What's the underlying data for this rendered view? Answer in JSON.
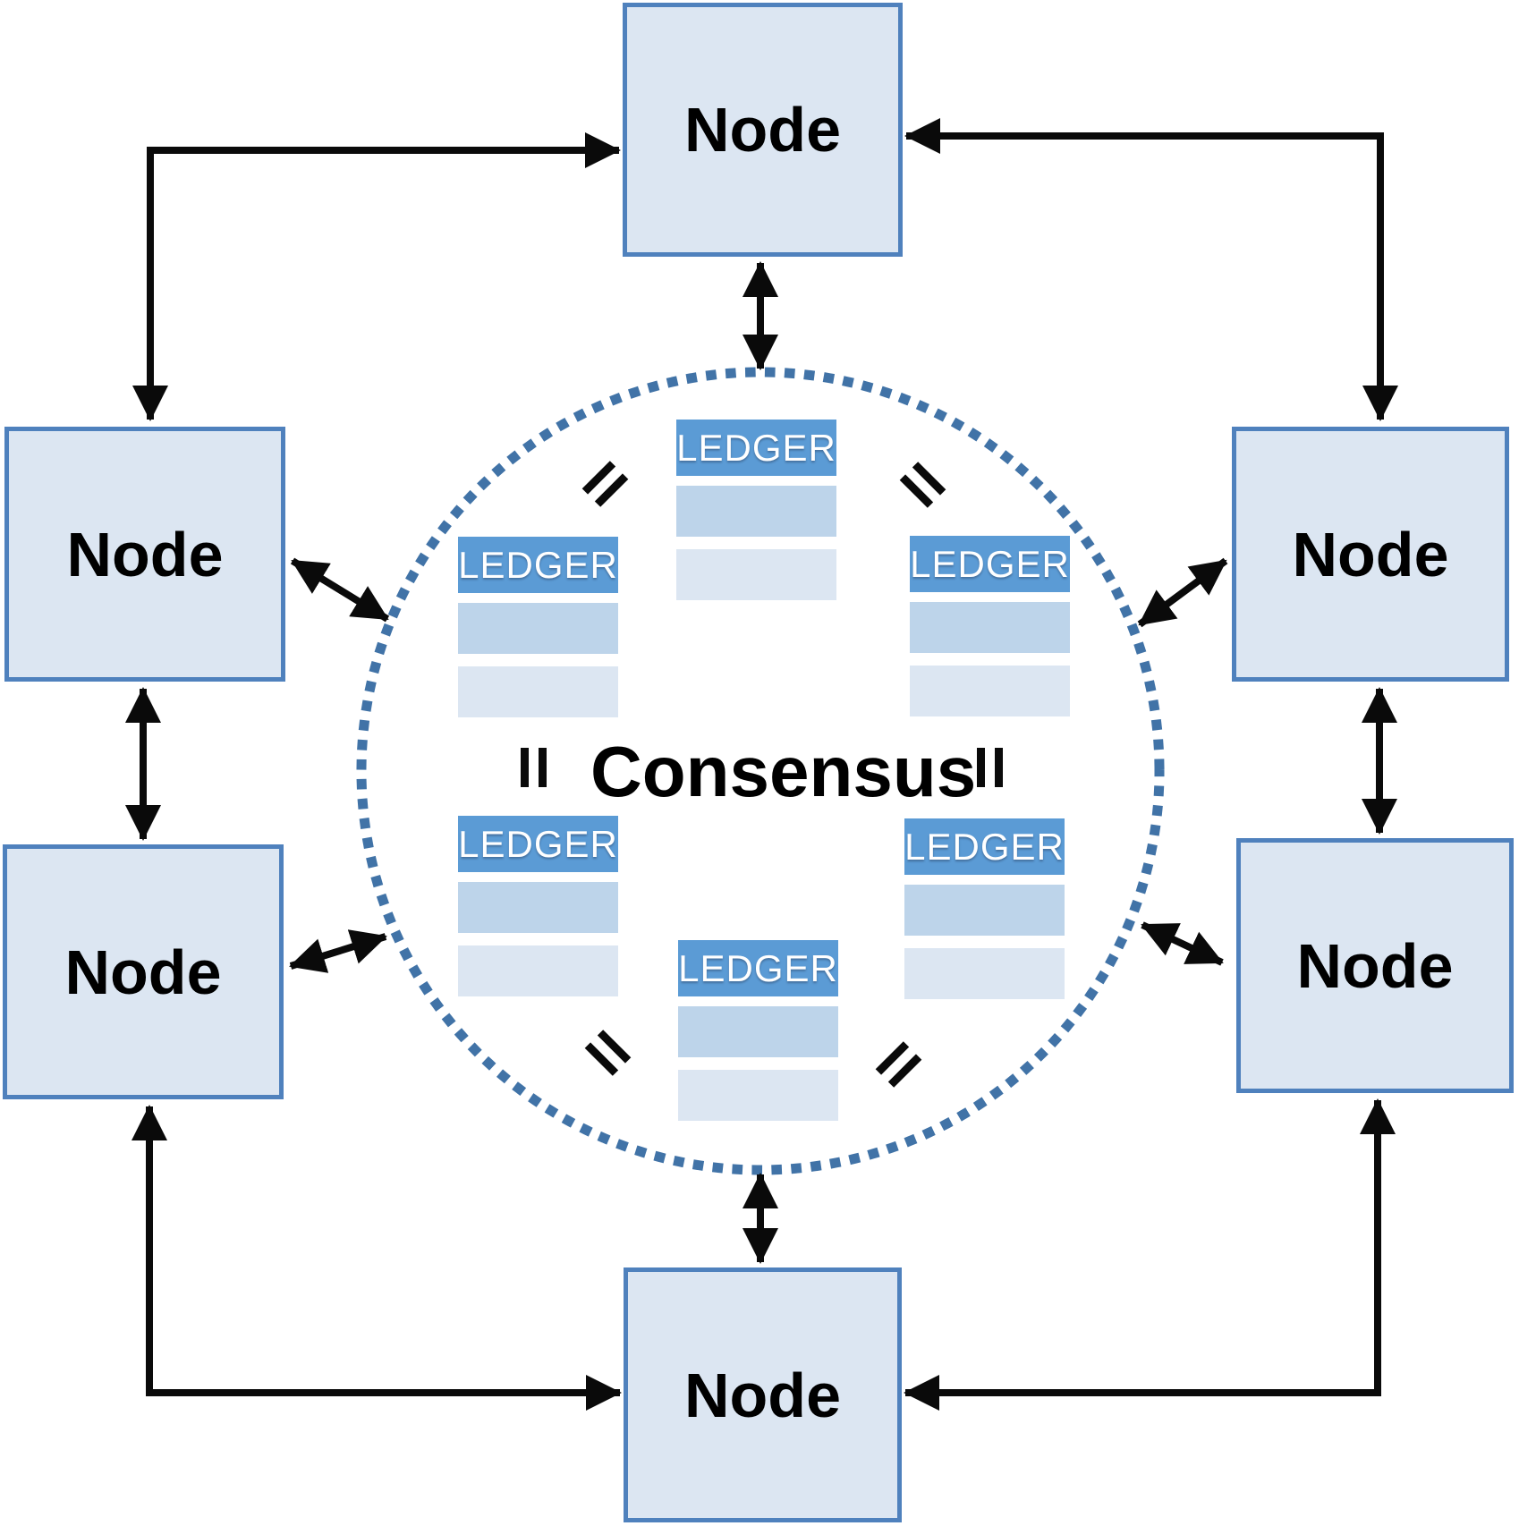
{
  "labels": {
    "node": "Node",
    "ledger": "LEDGER",
    "consensus": "Consensus"
  },
  "diagram": {
    "type": "peer-to-peer blockchain consensus network",
    "node_count": 6,
    "ledger_count": 6,
    "center_label": "Consensus",
    "connections": [
      "top-left corner arrow: left-upper node and top node",
      "top-right corner arrow: right-upper node and top node",
      "bottom-left corner arrow: left-lower node and bottom node",
      "bottom-right corner arrow: right-lower node and bottom node",
      "double arrow: top node to consensus circle",
      "double arrow: bottom node to consensus circle",
      "double arrow: left-upper node to left-lower node",
      "double arrow: right-upper node to right-lower node",
      "diagonal double arrow: each side node to consensus circle"
    ]
  },
  "colors": {
    "node_fill": "#dce6f2",
    "node_border": "#4f81bd",
    "ledger_header": "#5b9bd5",
    "ledger_row_dark": "#bdd4ea",
    "ledger_row_light": "#dce6f2",
    "circle_dot": "#4173a7",
    "arrow": "#0a0a0a",
    "text": "#000000",
    "ledger_text": "#ffffff"
  }
}
